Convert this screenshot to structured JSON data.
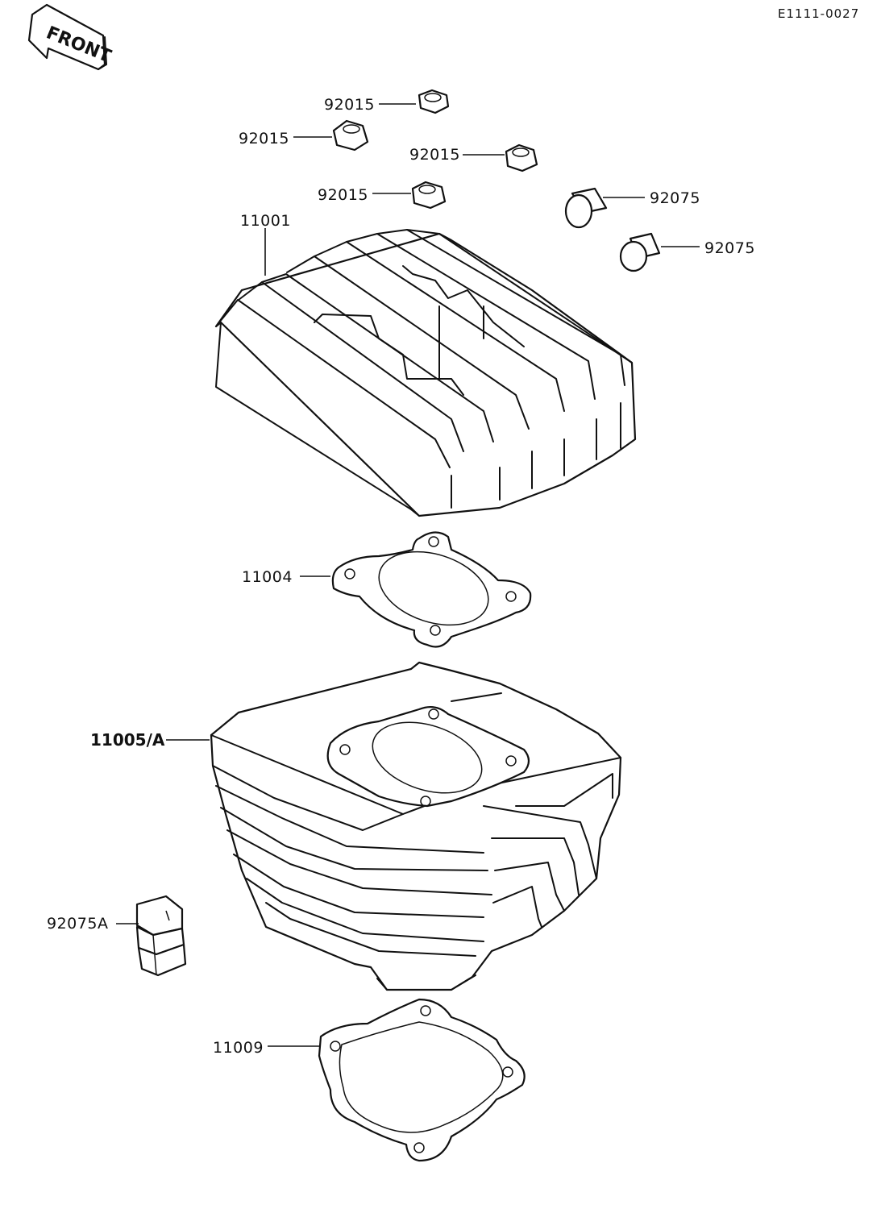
{
  "figure_code": "E1111-0027",
  "front_label": "FRONT",
  "parts": [
    {
      "id": "nut-1",
      "label": "92015"
    },
    {
      "id": "nut-2",
      "label": "92015"
    },
    {
      "id": "nut-3",
      "label": "92015"
    },
    {
      "id": "nut-4",
      "label": "92015"
    },
    {
      "id": "pin-1",
      "label": "92075"
    },
    {
      "id": "pin-2",
      "label": "92075"
    },
    {
      "id": "head",
      "label": "11001"
    },
    {
      "id": "head-gasket",
      "label": "11004"
    },
    {
      "id": "cylinder",
      "label": "11005/A"
    },
    {
      "id": "block-pin",
      "label": "92075A"
    },
    {
      "id": "base-gasket",
      "label": "11009"
    }
  ]
}
